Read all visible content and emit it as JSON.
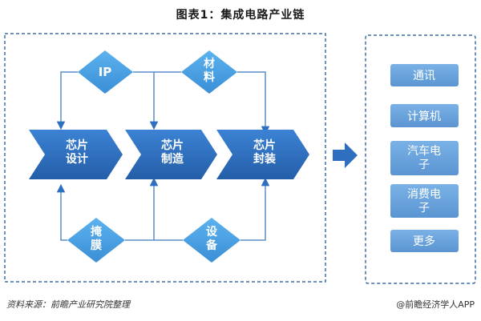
{
  "title": "图表1：集成电路产业链",
  "inputs_top": [
    {
      "label": "IP"
    },
    {
      "label": "材\n料"
    }
  ],
  "inputs_bottom": [
    {
      "label": "掩\n膜"
    },
    {
      "label": "设\n备"
    }
  ],
  "process_steps": [
    {
      "label": "芯片\n设计"
    },
    {
      "label": "芯片\n制造"
    },
    {
      "label": "芯片\n封装"
    }
  ],
  "applications": [
    {
      "label": "通讯"
    },
    {
      "label": "计算机"
    },
    {
      "label": "汽车电\n子"
    },
    {
      "label": "消费电\n子"
    },
    {
      "label": "更多"
    }
  ],
  "footer": {
    "source": "资料来源：前瞻产业研究院整理",
    "brand": "@前瞻经济学人APP"
  },
  "colors": {
    "primary": "#2f6fc0",
    "secondary": "#4fa3e2",
    "light": "#6aa4dc",
    "dash": "#3b6ea5",
    "line": "#5b8ec9"
  }
}
